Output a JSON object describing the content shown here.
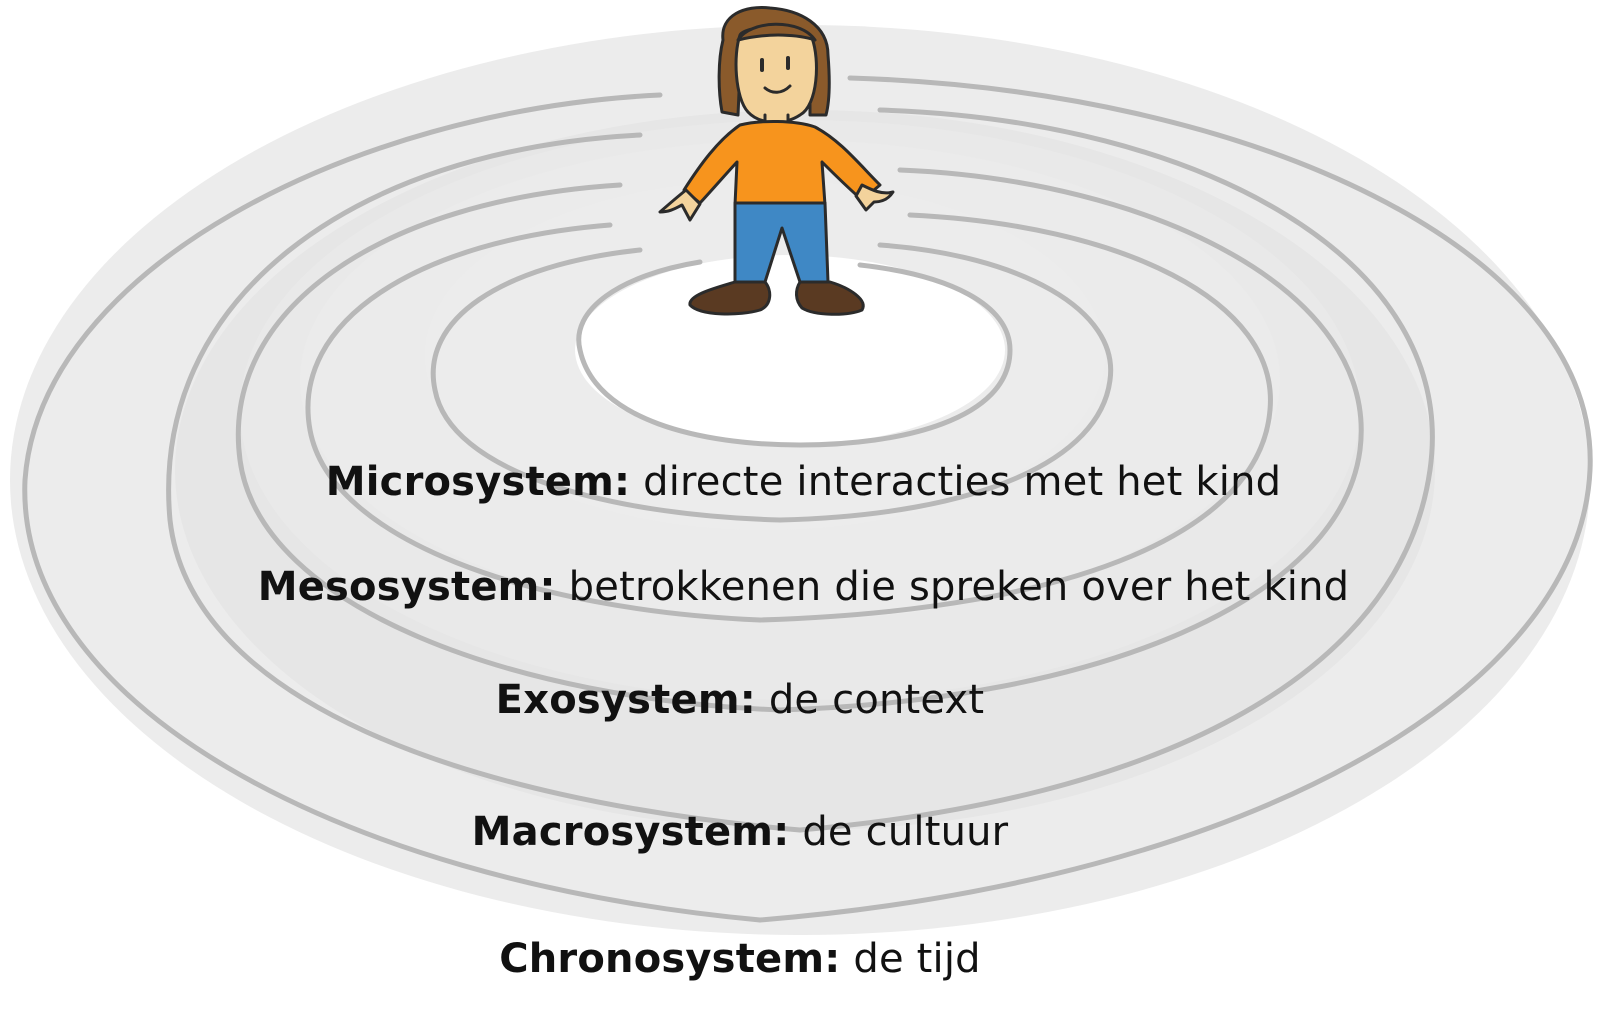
{
  "diagram": {
    "rings": [
      {
        "name": "Microsystem",
        "separator": ":",
        "description": " directe interacties met het kind"
      },
      {
        "name": "Mesosystem",
        "separator": ":",
        "description": " betrokkenen die spreken over het kind"
      },
      {
        "name": "Exosystem",
        "separator": ":",
        "description": " de context"
      },
      {
        "name": "Macrosystem",
        "separator": ":",
        "description": " de cultuur"
      },
      {
        "name": "Chronosystem",
        "separator": ":",
        "description": " de tijd"
      }
    ],
    "colors": {
      "ring_fill": "#e9e9e9",
      "ring_fill_inner": "#f1f1f1",
      "ring_line": "#b5b5b5",
      "center": "#ffffff",
      "hair": "#8a5a2b",
      "skin": "#f3d39c",
      "shirt": "#f7941d",
      "pants": "#3f88c5",
      "shoes": "#5a3a22",
      "outline": "#2b2b2b"
    }
  }
}
